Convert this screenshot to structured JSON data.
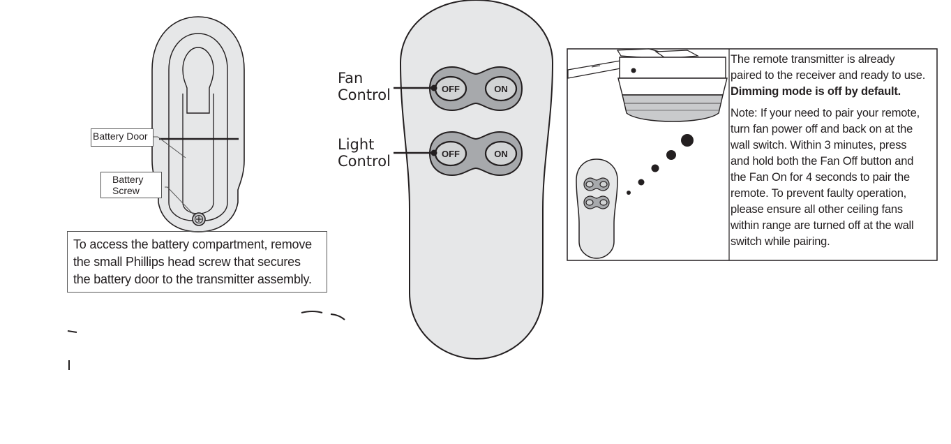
{
  "colors": {
    "remote_body": "#e6e7e8",
    "button_pad": "#a7a9ac",
    "outline": "#231f20",
    "background": "#ffffff"
  },
  "battery_panel": {
    "battery_door_label": "Battery Door",
    "battery_screw_label_line1": "Battery",
    "battery_screw_label_line2": "Screw",
    "access_text_line1": "To access the battery compartment, remove",
    "access_text_line2": "the small Phillips head screw that secures",
    "access_text_line3": "the battery door to the transmitter assembly."
  },
  "remote_front": {
    "fan_label_line1": "Fan",
    "fan_label_line2": "Control",
    "light_label_line1": "Light",
    "light_label_line2": "Control",
    "fan_off": "OFF",
    "fan_on": "ON",
    "light_off": "OFF",
    "light_on": "ON"
  },
  "pairing_panel": {
    "intro_line1": "The remote transmitter is already",
    "intro_line2": "paired to the receiver and ready to use.",
    "dimming_note": "Dimming mode is off by default.",
    "note_line1": "Note: If your need to pair your remote,",
    "note_line2": "turn fan power off and back on at the",
    "note_line3": "wall switch. Within 3 minutes, press",
    "note_line4": "and hold both the Fan Off button and",
    "note_line5": "the Fan On for 4 seconds to pair the",
    "note_line6": "remote. To prevent faulty operation,",
    "note_line7": "please ensure all other ceiling fans",
    "note_line8": "within range are turned off at the wall",
    "note_line9": "switch while pairing."
  }
}
